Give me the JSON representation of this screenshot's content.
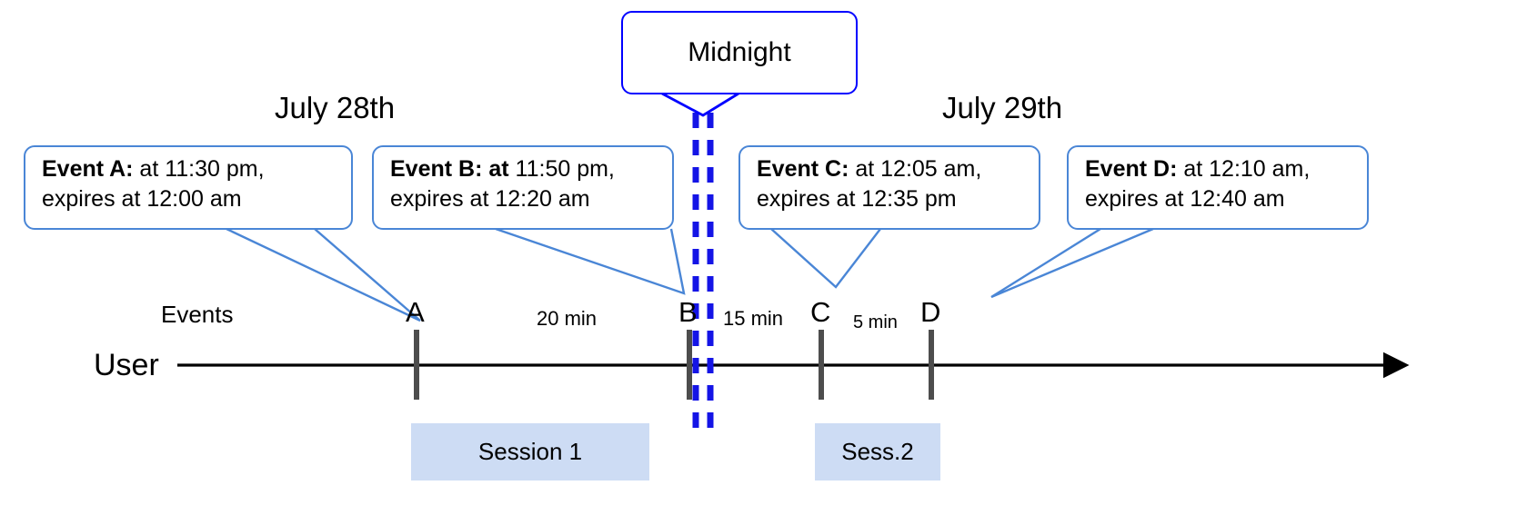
{
  "diagram": {
    "title_labels": {
      "date_left": "July 28th",
      "date_right": "July 29th",
      "midnight": "Midnight",
      "events_row": "Events",
      "user_row": "User"
    },
    "callouts": [
      {
        "id": "event-a",
        "bold": "Event A:",
        "line1_rest": " at 11:30 pm,",
        "line2": "expires at 12:00 am"
      },
      {
        "id": "event-b",
        "bold": "Event B: at",
        "line1_rest": " 11:50 pm,",
        "line2": "expires at 12:20 am"
      },
      {
        "id": "event-c",
        "bold": "Event C:",
        "line1_rest": " at 12:05 am,",
        "line2": "expires at 12:35 pm"
      },
      {
        "id": "event-d",
        "bold": "Event D:",
        "line1_rest": "  at 12:10 am,",
        "line2": "expires at 12:40 am"
      }
    ],
    "ticks": [
      {
        "id": "tick-a",
        "label": "A"
      },
      {
        "id": "tick-b",
        "label": "B"
      },
      {
        "id": "tick-c",
        "label": "C"
      },
      {
        "id": "tick-d",
        "label": "D"
      }
    ],
    "intervals": [
      {
        "id": "gap-a-b",
        "label": "20 min"
      },
      {
        "id": "gap-b-c",
        "label": "15 min"
      },
      {
        "id": "gap-c-d",
        "label": "5 min"
      }
    ],
    "sessions": [
      {
        "id": "session-1",
        "label": "Session 1"
      },
      {
        "id": "session-2",
        "label": "Sess.2"
      }
    ],
    "colors": {
      "callout_border": "#4a86d6",
      "midnight_border": "#0000ff",
      "midnight_dashes": "#1414e6",
      "session_fill": "#cddcf4",
      "tick_color": "#4d4d4d",
      "axis_color": "#000000"
    }
  }
}
